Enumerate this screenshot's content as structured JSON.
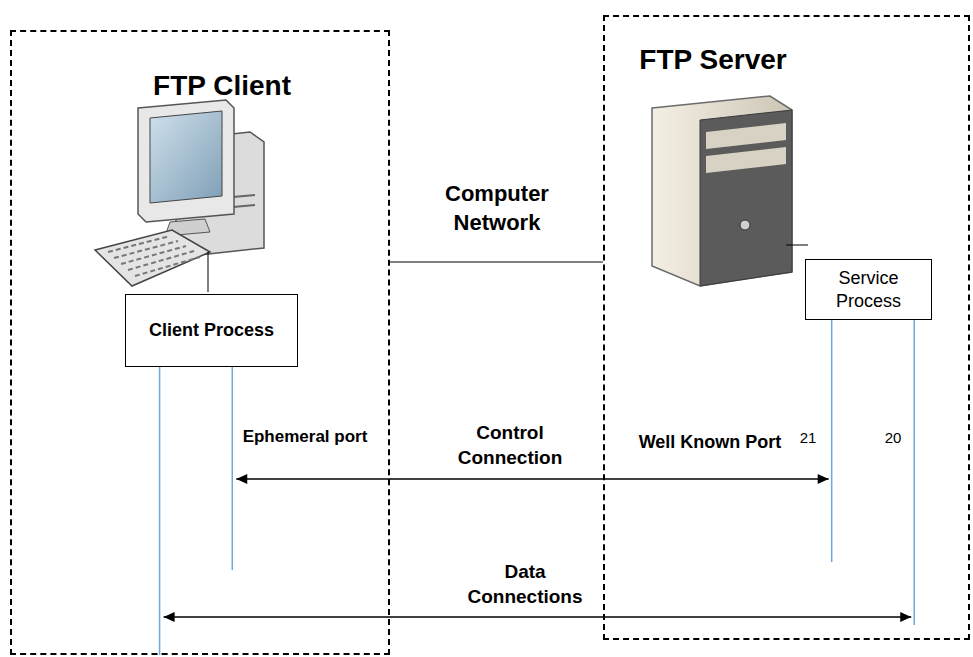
{
  "diagram": {
    "nodes": [
      {
        "text": [
          "FTP Client"
        ]
      },
      {
        "text": [
          "Client Process"
        ],
        "in": 0
      },
      {
        "text": [
          "FTP Server"
        ]
      },
      {
        "text": [
          "Service Process"
        ],
        "in": 2
      }
    ],
    "edges": [
      {
        "from": 0,
        "to": 2,
        "arrow": "none",
        "label": "Computer Network"
      },
      {
        "from": 1,
        "to": 3,
        "arrow": "both",
        "label": "Control Connection"
      },
      {
        "from": 1,
        "to": 3,
        "arrow": "both",
        "label": "Data Connections"
      }
    ],
    "labels": [
      "Ephemeral port",
      "Well Known Port",
      "21",
      "20"
    ]
  }
}
